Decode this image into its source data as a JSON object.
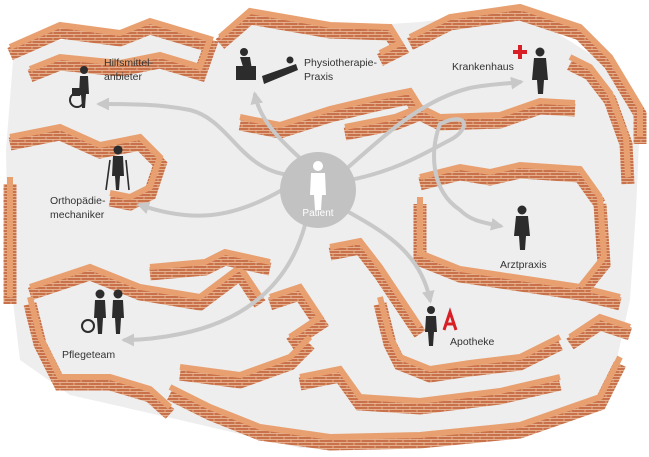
{
  "center": {
    "label": "Patient"
  },
  "destinations": [
    {
      "id": "hilfsmittel",
      "label": [
        "Hilfsmittel-",
        "anbieter"
      ],
      "icon": "person-with-wheelchair-icon"
    },
    {
      "id": "physio",
      "label": [
        "Physiotherapie-",
        "Praxis"
      ],
      "icon": "exercise-bike-icon"
    },
    {
      "id": "krankenhaus",
      "label": [
        "Krankenhaus"
      ],
      "icon": "hospital-cross-icon"
    },
    {
      "id": "ortho",
      "label": [
        "Orthopädie-",
        "mechaniker"
      ],
      "icon": "person-with-crutches-icon"
    },
    {
      "id": "arzt",
      "label": [
        "Arztpraxis"
      ],
      "icon": "doctor-icon"
    },
    {
      "id": "apotheke",
      "label": [
        "Apotheke"
      ],
      "icon": "pharmacy-a-icon"
    },
    {
      "id": "pflege",
      "label": [
        "Pflegeteam"
      ],
      "icon": "caregivers-icon"
    }
  ],
  "colors": {
    "wall_top": "#e8a070",
    "wall_face": "#c9714a",
    "mortar": "#eec3a2",
    "floor": "#eeeeee",
    "arrow": "#c8c8c8",
    "center": "#c2c2c2",
    "figure": "#2c2c2c",
    "red": "#d81f26"
  }
}
